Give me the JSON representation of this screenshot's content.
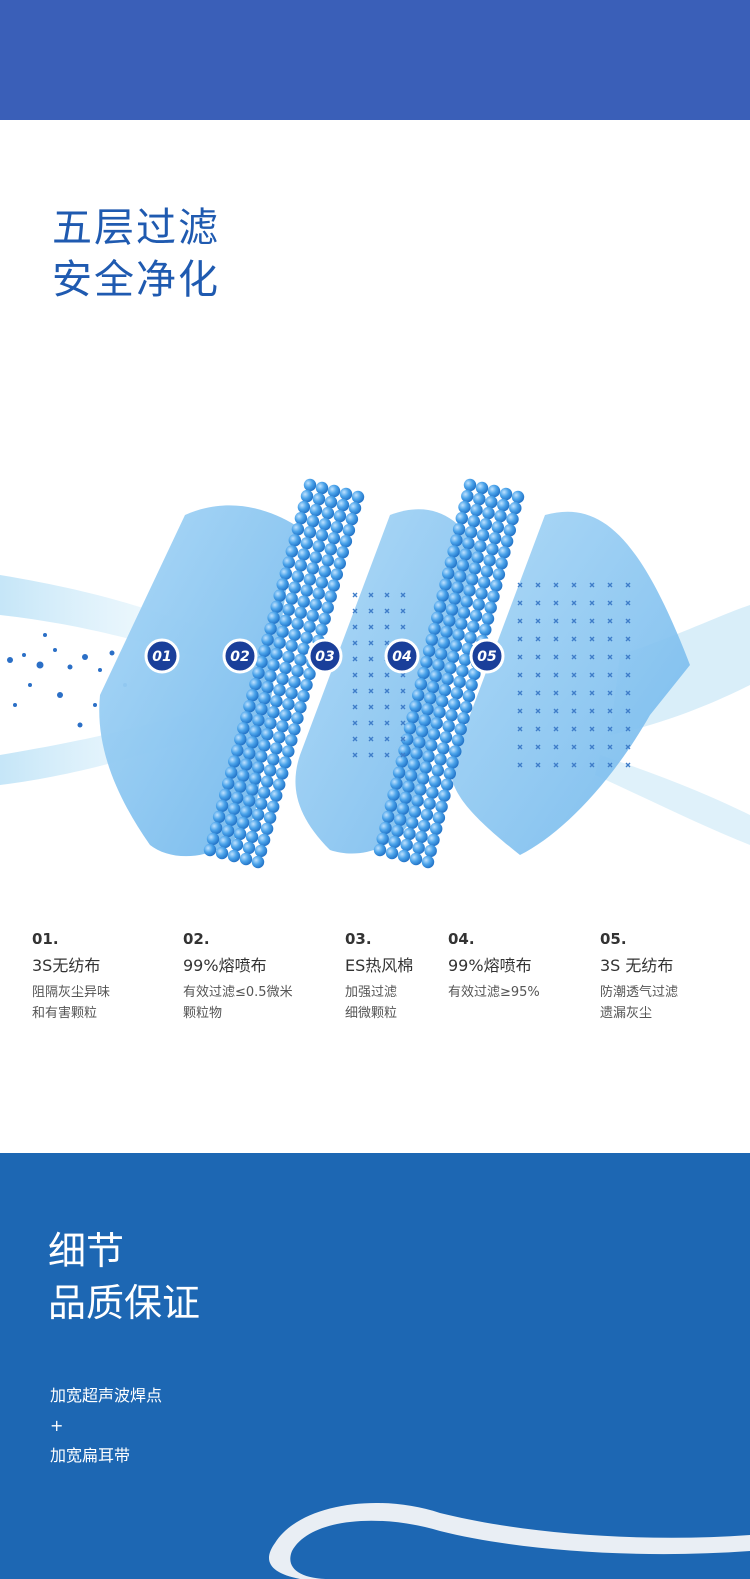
{
  "headline": {
    "line1": "五层过滤",
    "line2": "安全净化"
  },
  "badges": [
    "01",
    "02",
    "03",
    "04",
    "05"
  ],
  "layers": [
    {
      "num": "01.",
      "name": "3S无纺布",
      "desc": "阻隔灰尘异味\n和有害颗粒"
    },
    {
      "num": "02.",
      "name": "99%熔喷布",
      "desc": "有效过滤≤0.5微米\n颗粒物"
    },
    {
      "num": "03.",
      "name": "ES热风棉",
      "desc": "加强过滤\n细微颗粒"
    },
    {
      "num": "04.",
      "name": "99%熔喷布",
      "desc": "有效过滤≥95%"
    },
    {
      "num": "05.",
      "name": "3S 无纺布",
      "desc": "防潮透气过滤\n遗漏灰尘"
    }
  ],
  "detail": {
    "line1": "细节",
    "line2": "品质保证",
    "feature1": "加宽超声波焊点",
    "plus": "+",
    "feature2": "加宽扁耳带"
  },
  "colors": {
    "top_band": "#3a5fb8",
    "headline": "#1f5ab0",
    "bottom_panel": "#1d67b3",
    "layer_light": "#8cc7f2",
    "sphere": "#3a9ae6",
    "badge": "#1a3f9a"
  }
}
